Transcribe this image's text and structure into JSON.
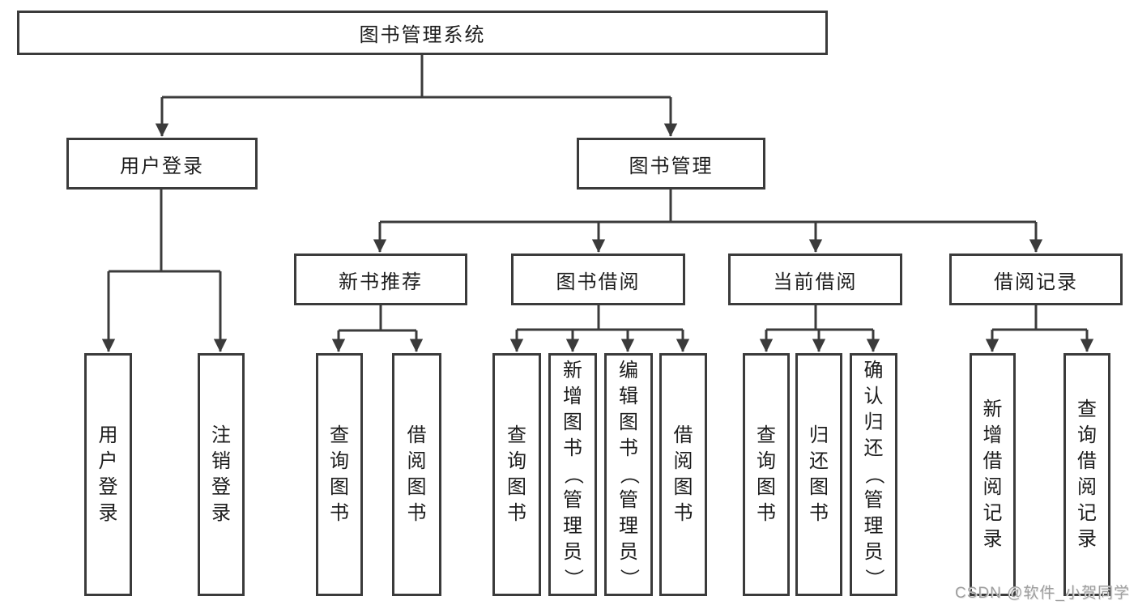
{
  "diagram": {
    "type": "hierarchy-tree",
    "colors": {
      "line": "#3b3b3b",
      "box_border": "#3b3b3b",
      "text": "#1c1c1c",
      "background": "#ffffff",
      "watermark": "#9e9e9e"
    },
    "root": {
      "label": "图书管理系统"
    },
    "level2": {
      "user_login": {
        "label": "用户登录"
      },
      "book_management": {
        "label": "图书管理"
      }
    },
    "level3": {
      "new_book_recommend": {
        "label": "新书推荐"
      },
      "book_borrow": {
        "label": "图书借阅"
      },
      "current_borrow": {
        "label": "当前借阅"
      },
      "borrow_records": {
        "label": "借阅记录"
      }
    },
    "leaves": {
      "user_login": [
        "用户登录",
        "注销登录"
      ],
      "new_book_recommend": [
        "查询图书",
        "借阅图书"
      ],
      "book_borrow": [
        "查询图书",
        "新增图书（管理员）",
        "编辑图书（管理员）",
        "借阅图书"
      ],
      "current_borrow": [
        "查询图书",
        "归还图书",
        "确认归还（管理员）"
      ],
      "borrow_records": [
        "新增借阅记录",
        "查询借阅记录"
      ]
    },
    "watermark": "CSDN @软件_小贺同学"
  }
}
